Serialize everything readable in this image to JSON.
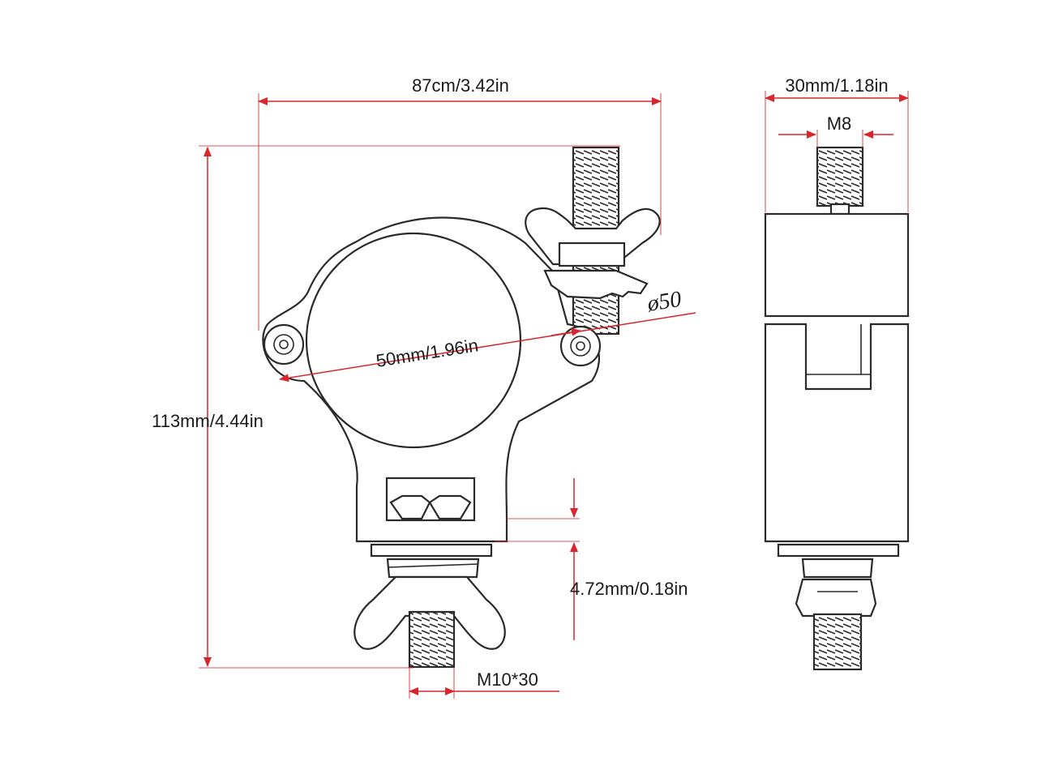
{
  "dimensions": {
    "overall_width": "87cm/3.42in",
    "overall_height": "113mm/4.44in",
    "inner_diameter": "50mm/1.96in",
    "diameter_symbol": "ø50",
    "washer_thickness": "4.72mm/0.18in",
    "bottom_bolt": "M10*30",
    "side_width": "30mm/1.18in",
    "top_bolt": "M8"
  },
  "colors": {
    "dimension_lines": "#d9262c",
    "outline": "#2a2a2a",
    "background": "#ffffff"
  }
}
